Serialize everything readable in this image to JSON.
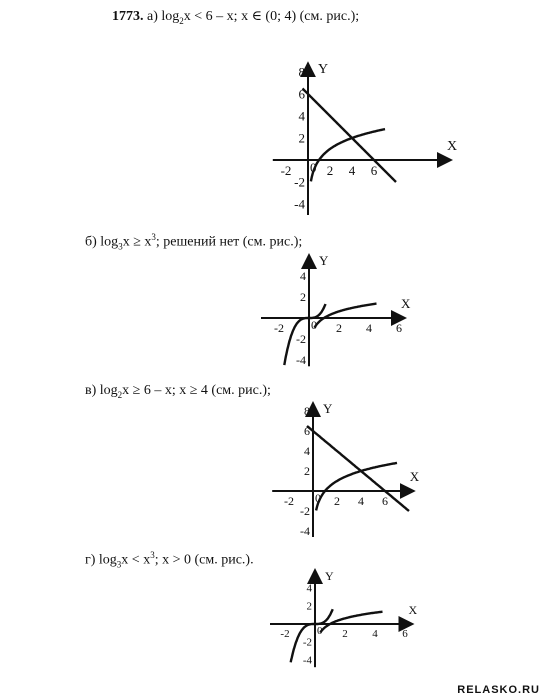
{
  "problem_number": "1773.",
  "parts": [
    {
      "label": "а)",
      "log": "log",
      "base": "2",
      "arg": "x",
      "rest": " < 6 – x; x ∈ (0; 4) (см. рис.);",
      "graph": {
        "x_label": "X",
        "y_label": "Y",
        "x_ticks": [
          "-2",
          "2",
          "4",
          "6"
        ],
        "y_ticks": [
          "8",
          "6",
          "4",
          "2",
          "-2",
          "-4"
        ],
        "origin": "0",
        "curves": [
          "log2(x)",
          "6-x"
        ]
      }
    },
    {
      "label": "б)",
      "log": "log",
      "base": "3",
      "arg": "x",
      "sup": "3",
      "rest_a": " ≥ x",
      "rest_b": "; решений нет (см. рис.);",
      "graph": {
        "x_label": "X",
        "y_label": "Y",
        "x_ticks": [
          "-2",
          "2",
          "4",
          "6"
        ],
        "y_ticks": [
          "4",
          "2",
          "-2",
          "-4"
        ],
        "origin": "0",
        "curves": [
          "log3(x)",
          "x^3"
        ]
      }
    },
    {
      "label": "в)",
      "log": "log",
      "base": "2",
      "arg": "x",
      "rest": " ≥ 6 – x; x ≥ 4 (см. рис.);",
      "graph": {
        "x_label": "X",
        "y_label": "Y",
        "x_ticks": [
          "-2",
          "2",
          "4",
          "6"
        ],
        "y_ticks": [
          "8",
          "6",
          "4",
          "2",
          "-2",
          "-4"
        ],
        "origin": "0",
        "curves": [
          "log2(x)",
          "6-x"
        ]
      }
    },
    {
      "label": "г)",
      "log": "log",
      "base": "3",
      "arg": "x",
      "sup": "3",
      "rest_a": " < x",
      "rest_b": "; x > 0 (см. рис.).",
      "graph": {
        "x_label": "X",
        "y_label": "Y",
        "x_ticks": [
          "-2",
          "2",
          "4",
          "6"
        ],
        "y_ticks": [
          "4",
          "2",
          "-2",
          "-4"
        ],
        "origin": "0",
        "curves": [
          "log3(x)",
          "x^3"
        ]
      }
    }
  ],
  "watermark": "RELASKO.RU"
}
